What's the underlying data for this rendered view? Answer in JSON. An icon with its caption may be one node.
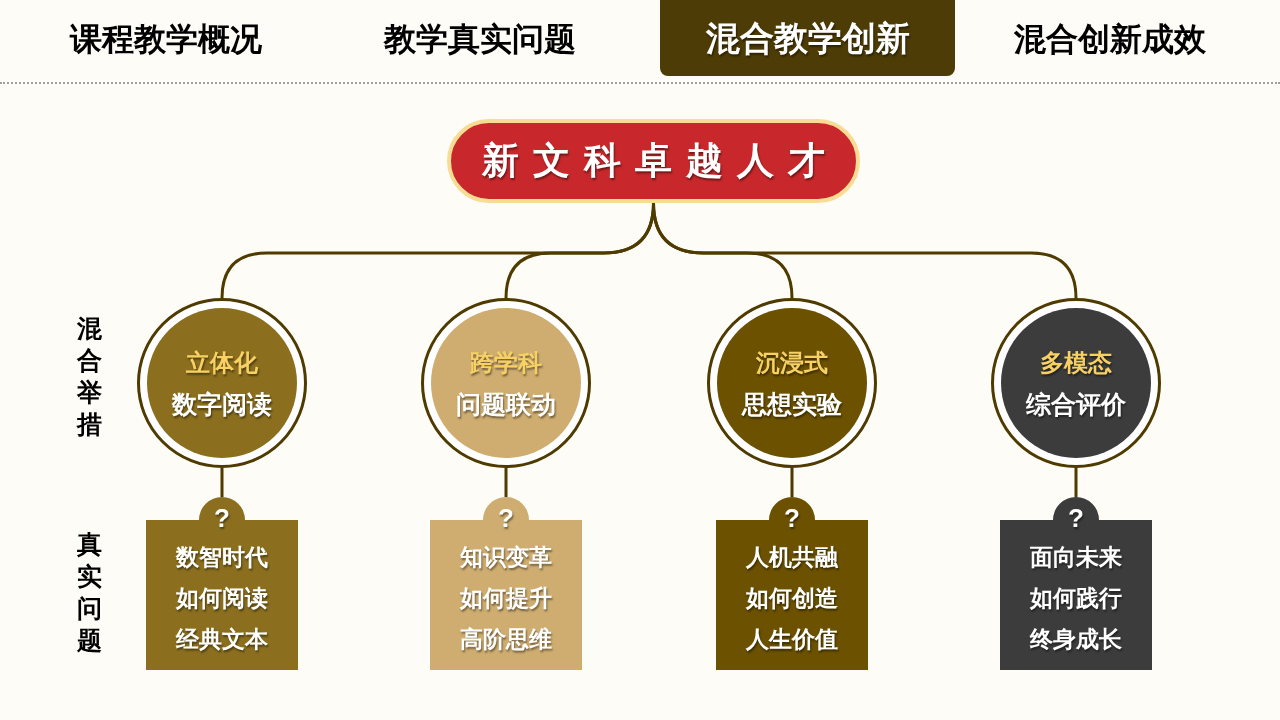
{
  "diagram": {
    "nodes": [
      {
        "text": [
          "混合教学创新"
        ]
      },
      {
        "text": [
          "新文科卓越人才"
        ]
      },
      {
        "text": [
          "立体化",
          "数字阅读"
        ]
      },
      {
        "text": [
          "跨学科",
          "问题联动"
        ]
      },
      {
        "text": [
          "沉浸式",
          "思想实验"
        ]
      },
      {
        "text": [
          "多模态",
          "综合评价"
        ]
      },
      {
        "text": [
          "?",
          "数智时代如何阅读经典文本"
        ]
      },
      {
        "text": [
          "?",
          "知识变革如何提升高阶思维"
        ]
      },
      {
        "text": [
          "?",
          "人机共融如何创造人生价值"
        ]
      },
      {
        "text": [
          "?",
          "面向未来如何践行终身成长"
        ]
      }
    ],
    "edges": [
      {
        "from": 1,
        "to": 2,
        "arrow": "none"
      },
      {
        "from": 1,
        "to": 3,
        "arrow": "none"
      },
      {
        "from": 1,
        "to": 4,
        "arrow": "none"
      },
      {
        "from": 1,
        "to": 5,
        "arrow": "none"
      },
      {
        "from": 2,
        "to": 6,
        "arrow": "none"
      },
      {
        "from": 3,
        "to": 7,
        "arrow": "none"
      },
      {
        "from": 4,
        "to": 8,
        "arrow": "none"
      },
      {
        "from": 5,
        "to": 9,
        "arrow": "none"
      }
    ],
    "labels": [
      "课程教学概况",
      "教学真实问题",
      "混合创新成效",
      "混合举措",
      "真实问题"
    ]
  }
}
